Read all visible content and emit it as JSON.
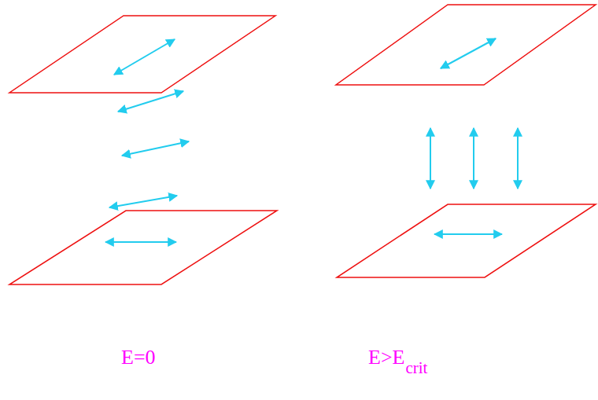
{
  "diagram": {
    "labels": [
      "E=0",
      "E>E",
      "crit"
    ]
  }
}
